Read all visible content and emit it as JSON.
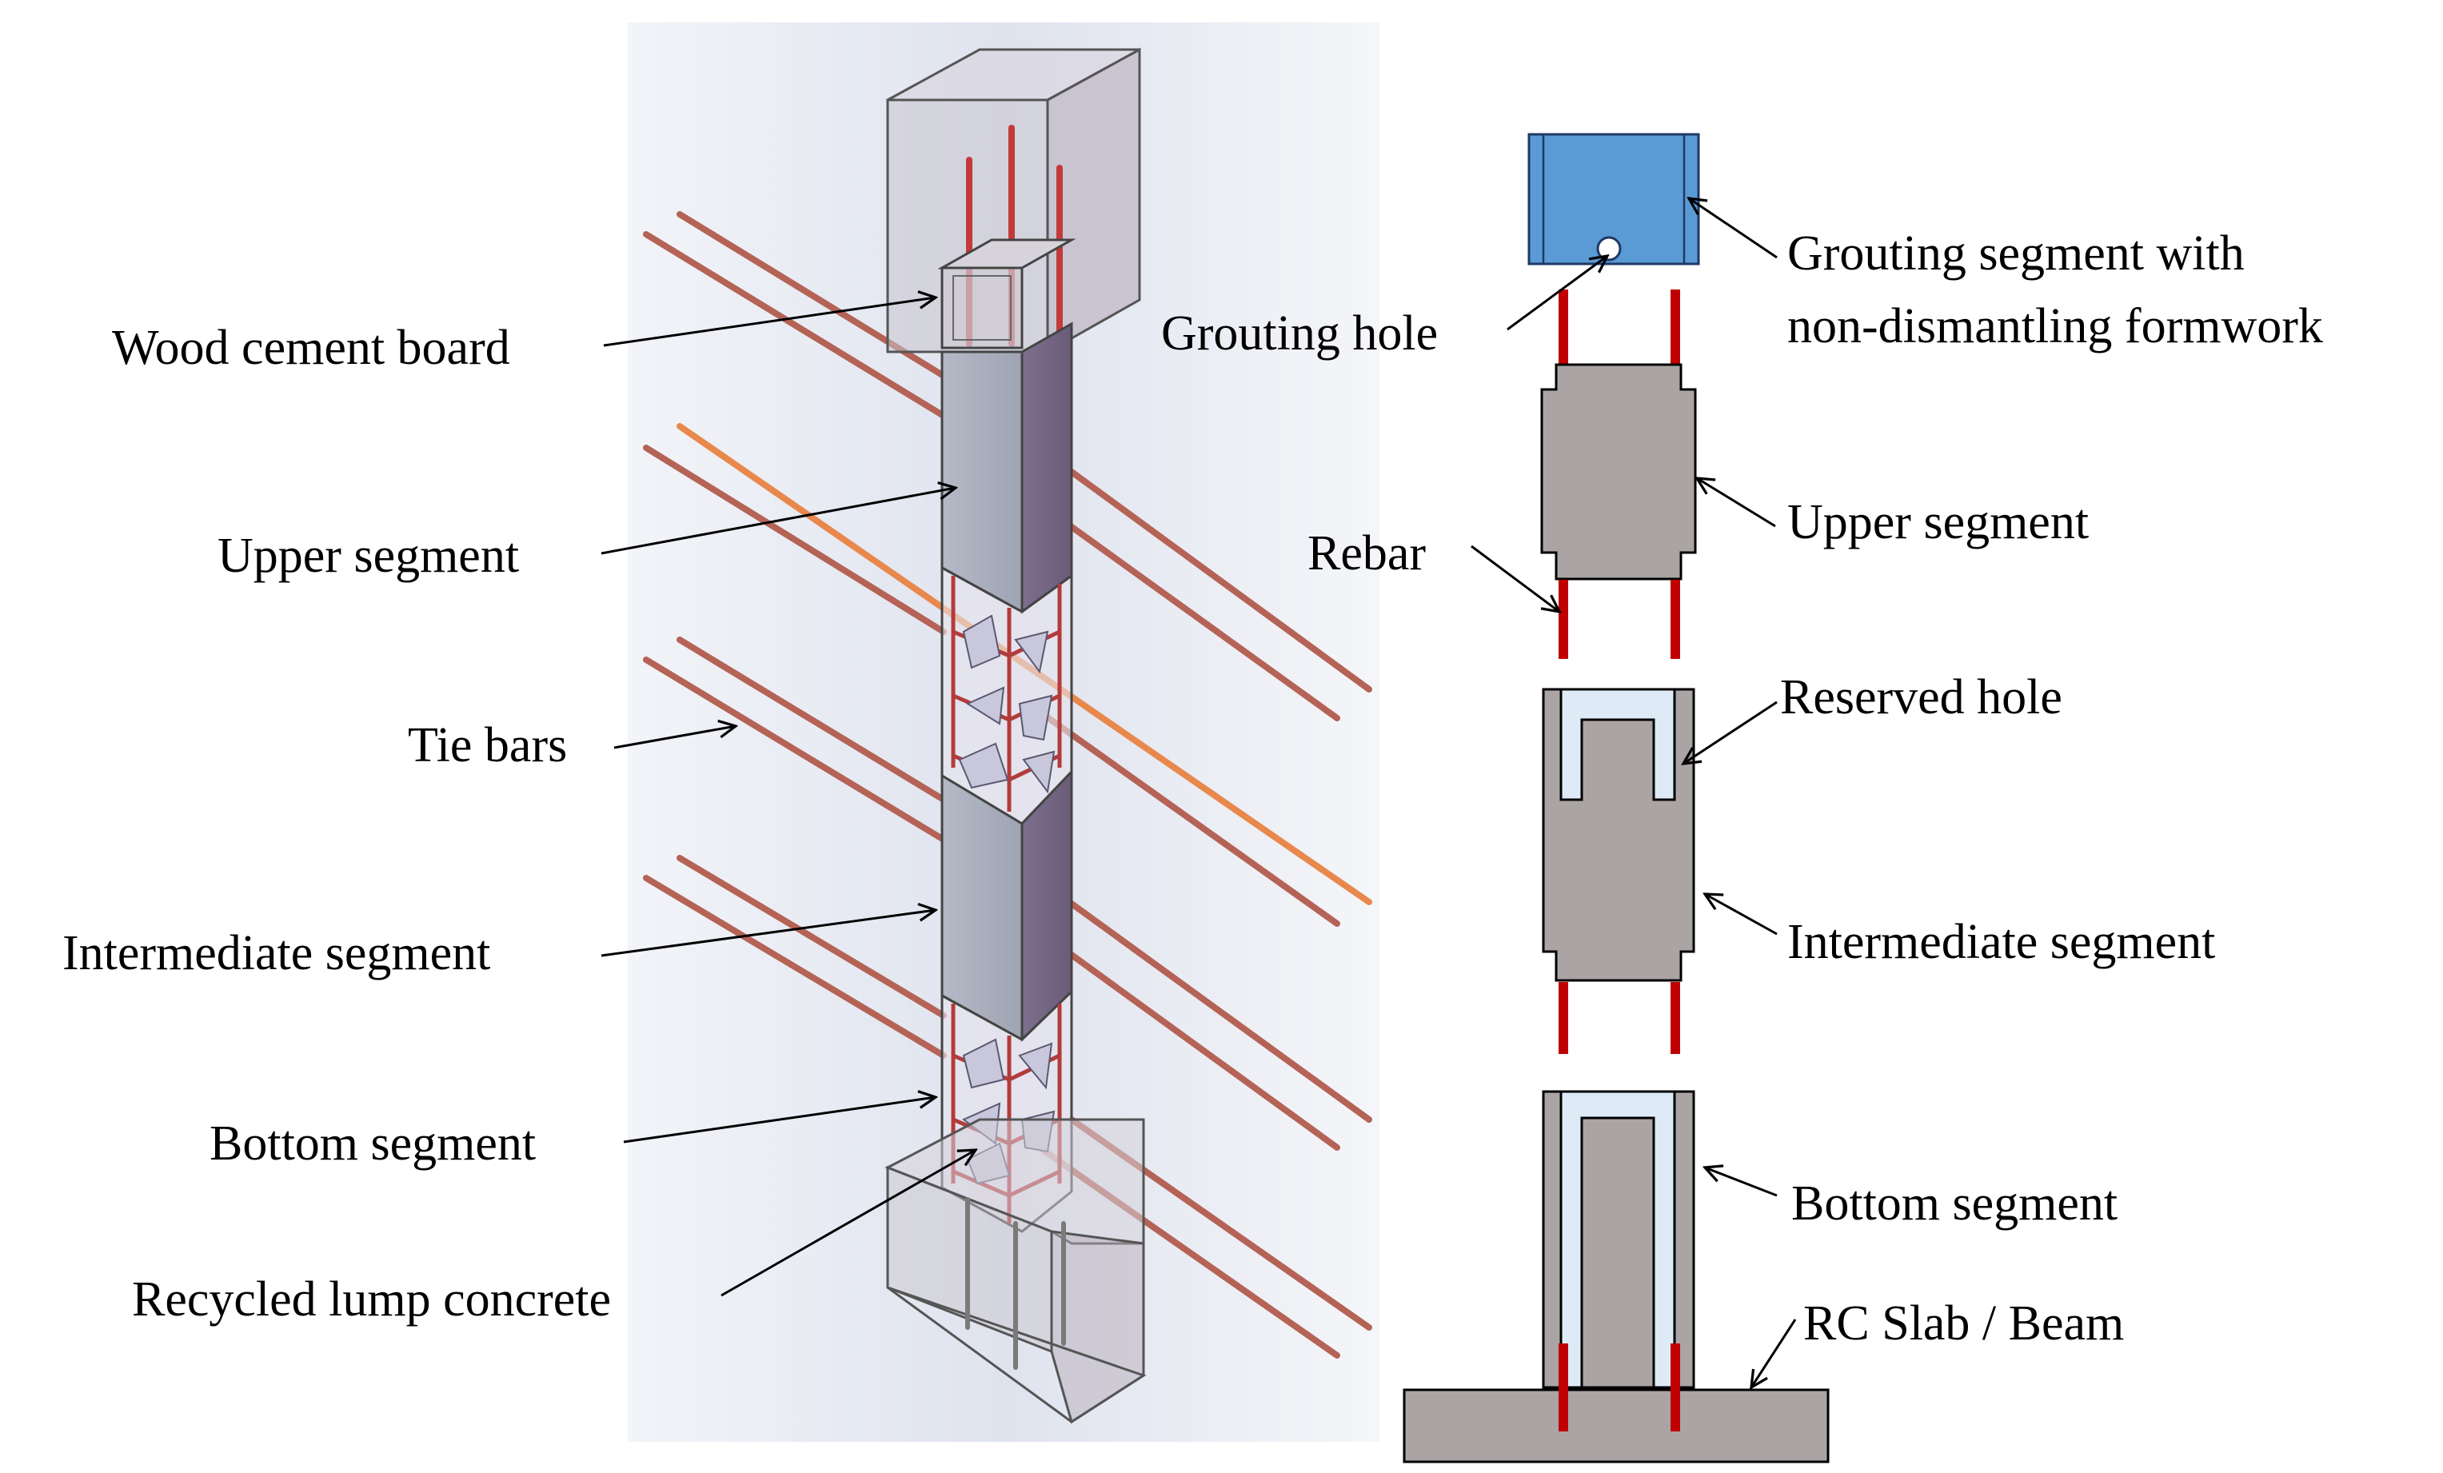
{
  "left_labels": {
    "wood_cement_board": "Wood cement board",
    "upper_segment": "Upper segment",
    "tie_bars": "Tie bars",
    "intermediate_segment": "Intermediate segment",
    "bottom_segment": "Bottom segment",
    "recycled_lump_concrete": "Recycled lump concrete"
  },
  "right_labels": {
    "grouting_segment_line1": "Grouting segment with",
    "grouting_segment_line2": "non-dismantling formwork",
    "grouting_hole": "Grouting hole",
    "upper_segment": "Upper segment",
    "rebar": "Rebar",
    "reserved_hole": "Reserved hole",
    "intermediate_segment": "Intermediate segment",
    "bottom_segment": "Bottom segment",
    "rc_slab_beam": "RC Slab / Beam"
  },
  "colors": {
    "grouting_segment": "#5b9bd5",
    "concrete": "#aaa5a4",
    "rebar": "#c00000",
    "reserved_hole": "#deebf7",
    "tie_bar": "#b45f52",
    "column_front": "#a9aebc",
    "column_side": "#786a85"
  }
}
